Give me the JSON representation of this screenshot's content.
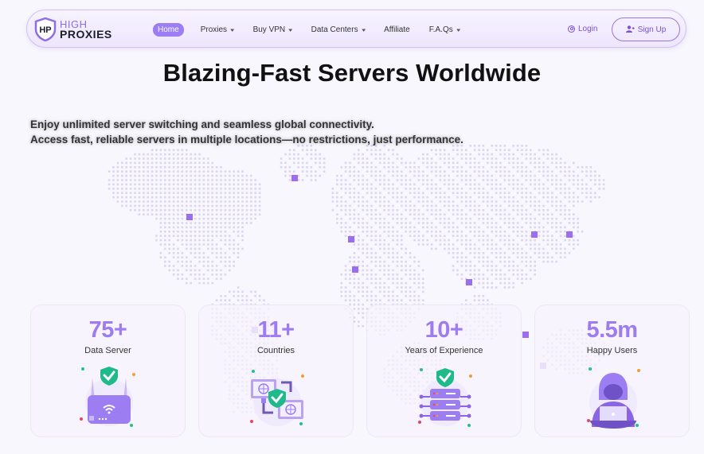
{
  "nav": {
    "logo": {
      "line1": "HIGH",
      "line2": "PROXIES",
      "monogram": "HP",
      "icon": "shield-logo-icon"
    },
    "items": [
      {
        "label": "Home",
        "active": true,
        "dropdown": false
      },
      {
        "label": "Proxies",
        "active": false,
        "dropdown": true
      },
      {
        "label": "Buy VPN",
        "active": false,
        "dropdown": true
      },
      {
        "label": "Data Centers",
        "active": false,
        "dropdown": true
      },
      {
        "label": "Affiliate",
        "active": false,
        "dropdown": false
      },
      {
        "label": "F.A.Qs",
        "active": false,
        "dropdown": true
      }
    ],
    "login_label": "Login",
    "signup_label": "Sign Up",
    "chevron": "⌄"
  },
  "hero": {
    "title": "Blazing-Fast Servers Worldwide",
    "subtitle_line1": "Enjoy unlimited server switching and seamless global connectivity.",
    "subtitle_line2": "Access fast, reliable servers in multiple locations—no restrictions, just performance."
  },
  "stats": [
    {
      "value": "75+",
      "label": "Data Server",
      "icon": "router-shield-icon"
    },
    {
      "value": "11+",
      "label": "Countries",
      "icon": "connected-globes-icon"
    },
    {
      "value": "10+",
      "label": "Years of Experience",
      "icon": "server-rack-icon"
    },
    {
      "value": "5.5m",
      "label": "Happy Users",
      "icon": "hooded-user-icon"
    }
  ],
  "colors": {
    "accent": "#9d7df2",
    "accent_dark": "#7c4fd8",
    "shield_green": "#1fba8a",
    "dot_orange": "#f0a030",
    "dot_red": "#e84560",
    "dot_green": "#22c08a",
    "map_dot": "#d9d0f2",
    "map_marker": "#9b6ef0"
  }
}
